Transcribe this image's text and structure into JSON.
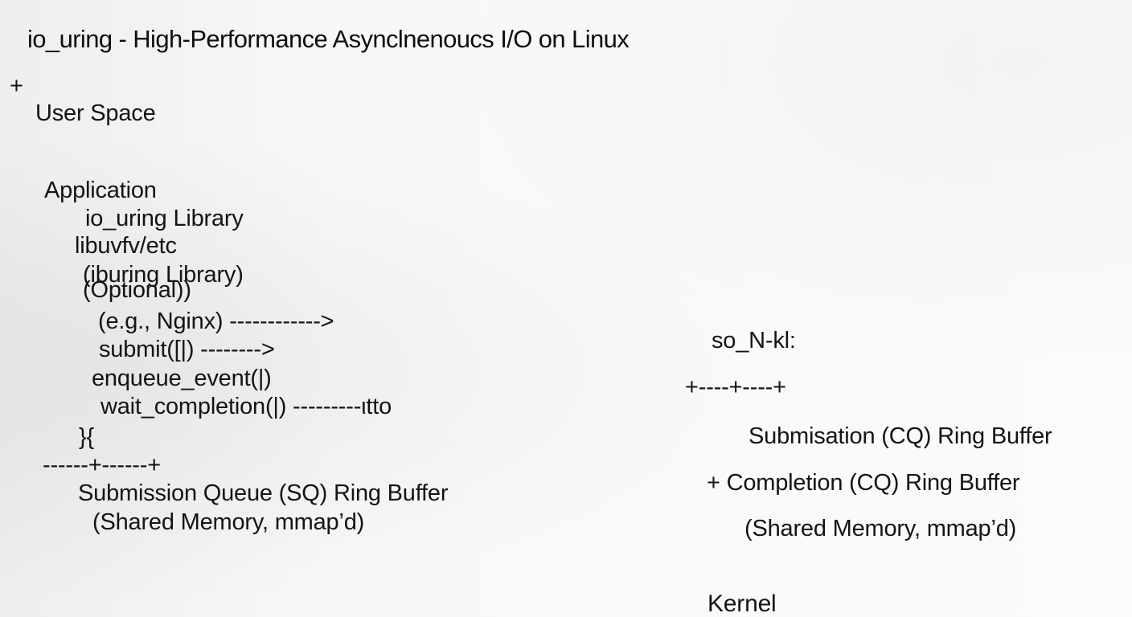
{
  "title": "io_uring - High-Performance Asynclnenoucs I/O on Linux",
  "left": {
    "plus": "+",
    "user_space": "User Space",
    "application": "Application",
    "io_uring_library": "io_uring Library",
    "libuv": "libuvfv/etc",
    "liburing_library": "(iburing Library)",
    "optional": "(Optional))",
    "example": "(e.g., Nginx) ------------>",
    "submit": "submit([|) -------->",
    "enqueue": "enqueue_event(|)",
    "wait": "wait_completion(|) ---------ιtto",
    "brace": "}{",
    "divider": "------+------+",
    "sq_ring": "Submission Queue (SQ) Ring Buffer",
    "shared_memory": "(Shared Memory, mmap’d)"
  },
  "right": {
    "label": "so_N-kl:",
    "divider": "+----+----+",
    "submisation_ring": "Submisation (CQ) Ring Buffer",
    "completion_ring": "+ Completion (CQ) Ring Buffer",
    "shared_memory": "(Shared Memory, mmap’d)",
    "kernel": "Kernel"
  }
}
